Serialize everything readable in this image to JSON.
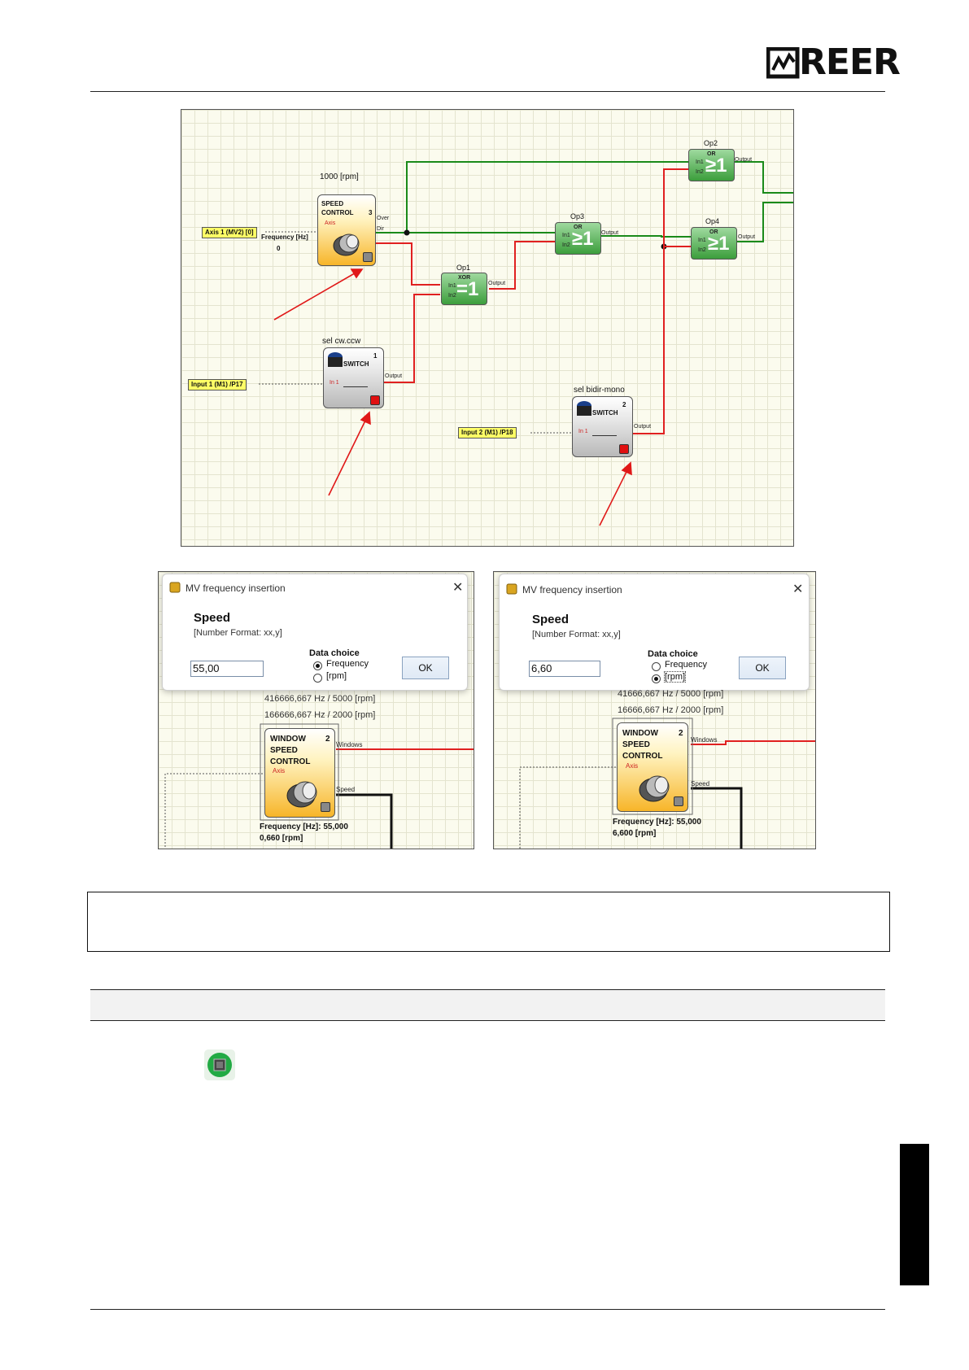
{
  "brand": {
    "name": "REER"
  },
  "diagram": {
    "speed_label": "1000 [rpm]",
    "speed_block": {
      "line1": "SPEED",
      "line2": "CONTROL",
      "num": "3",
      "in": "Axis",
      "out1": "Over",
      "out2": "Dir"
    },
    "axis_input": "Axis 1 (MV2) [0]",
    "freq_label": "Frequency [Hz]",
    "freq_value": "0",
    "switch1": {
      "title": "sel cw.ccw",
      "name": "SWITCH",
      "num": "1",
      "in": "In 1",
      "out": "Output"
    },
    "input1": "Input 1 (M1) /P17",
    "switch2": {
      "title": "sel bidir-mono",
      "name": "SWITCH",
      "num": "2",
      "in": "In 1",
      "out": "Output"
    },
    "input2": "Input 2 (M1) /P18",
    "op1": {
      "title": "Op1",
      "type": "XOR",
      "sym": "=1",
      "in1": "In1",
      "in2": "In2",
      "out": "Output"
    },
    "op2": {
      "title": "Op2",
      "type": "OR",
      "sym": "≥1",
      "in1": "In1",
      "in2": "In2",
      "out": "Output"
    },
    "op3": {
      "title": "Op3",
      "type": "OR",
      "sym": "≥1",
      "in1": "In1",
      "in2": "In2",
      "out": "Output"
    },
    "op4": {
      "title": "Op4",
      "type": "OR",
      "sym": "≥1",
      "in1": "In1",
      "in2": "In2",
      "out": "Output"
    }
  },
  "dialogs": [
    {
      "title": "MV frequency insertion",
      "heading": "Speed",
      "format": "[Number Format: xx,y]",
      "value": "55,00",
      "choice_label": "Data choice",
      "opt1": "Frequency",
      "opt2": "[rpm]",
      "selected": "Frequency",
      "ok": "OK",
      "info1": "416666,667 Hz / 5000 [rpm]",
      "info2": "166666,667 Hz / 2000 [rpm]",
      "block": {
        "line1": "WINDOW",
        "line2": "SPEED",
        "line3": "CONTROL",
        "num": "2",
        "in": "Axis",
        "out1": "Windows",
        "out2": "Speed"
      },
      "freq": "Frequency [Hz]: 55,000",
      "rpm": "0,660 [rpm]"
    },
    {
      "title": "MV frequency insertion",
      "heading": "Speed",
      "format": "[Number Format: xx,y]",
      "value": "6,60",
      "choice_label": "Data choice",
      "opt1": "Frequency",
      "opt2": "[rpm]",
      "selected": "[rpm]",
      "ok": "OK",
      "info1": "41666,667 Hz / 5000 [rpm]",
      "info2": "16666,667 Hz / 2000 [rpm]",
      "block": {
        "line1": "WINDOW",
        "line2": "SPEED",
        "line3": "CONTROL",
        "num": "2",
        "in": "Axis",
        "out1": "Windows",
        "out2": "Speed"
      },
      "freq": "Frequency [Hz]: 55,000",
      "rpm": "6,600 [rpm]"
    }
  ]
}
